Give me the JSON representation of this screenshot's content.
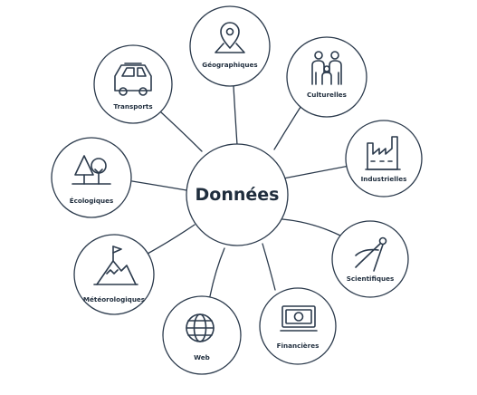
{
  "diagram": {
    "center": {
      "label": "Données"
    },
    "nodes": [
      {
        "id": "geographiques",
        "label": "Géographiques",
        "icon": "map-pin-icon"
      },
      {
        "id": "culturelles",
        "label": "Culturelles",
        "icon": "family-icon"
      },
      {
        "id": "industrielles",
        "label": "Industrielles",
        "icon": "factory-icon"
      },
      {
        "id": "scientifiques",
        "label": "Scientifiques",
        "icon": "compass-icon"
      },
      {
        "id": "financieres",
        "label": "Financières",
        "icon": "banknote-icon"
      },
      {
        "id": "web",
        "label": "Web",
        "icon": "globe-icon"
      },
      {
        "id": "meteorologiques",
        "label": "Météorologiques",
        "icon": "mountain-flag-icon"
      },
      {
        "id": "ecologiques",
        "label": "Écologiques",
        "icon": "trees-icon"
      },
      {
        "id": "transports",
        "label": "Transports",
        "icon": "car-icon"
      }
    ],
    "colors": {
      "stroke": "#2b3a4c",
      "text": "#1f2d3d",
      "background": "#ffffff"
    }
  }
}
